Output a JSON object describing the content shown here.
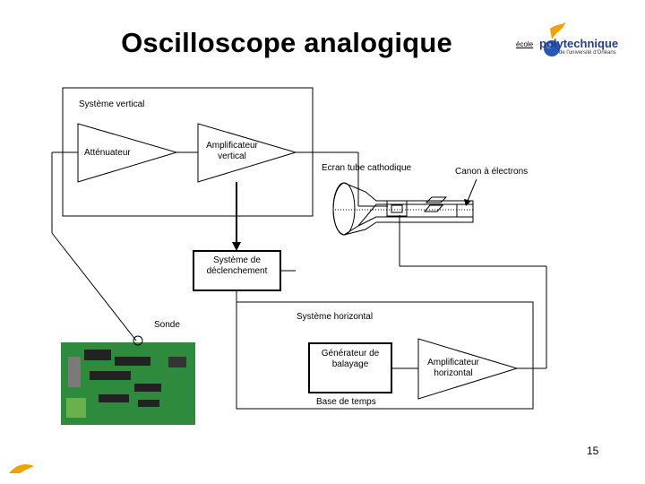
{
  "title": "Oscilloscope analogique",
  "logo": {
    "prefix": "école",
    "name": "polytechnique",
    "subtitle": "de l'université d'Orléans"
  },
  "labels": {
    "systeme_vertical": "Système vertical",
    "attenuateur": "Atténuateur",
    "amplificateur_vertical": "Amplificateur vertical",
    "ecran": "Ecran tube cathodique",
    "canon": "Canon à électrons",
    "declenchement": "Système de déclenchement",
    "sonde": "Sonde",
    "systeme_horizontal": "Système horizontal",
    "generateur": "Générateur de balayage",
    "amplificateur_horizontal": "Amplificateur horizontal",
    "base_de_temps": "Base de temps"
  },
  "page_number": "15",
  "colors": {
    "line": "#000000",
    "pcb_green": "#2e8b3e",
    "logo_blue": "#2a57b0",
    "logo_orange": "#f0a000"
  }
}
